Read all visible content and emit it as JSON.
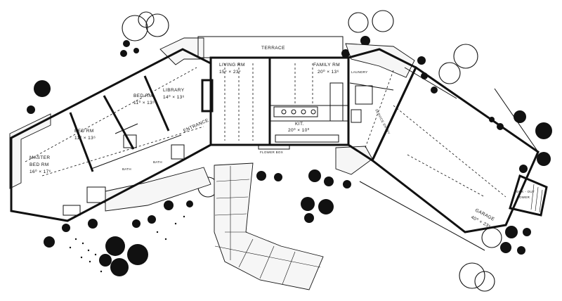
{
  "rooms": {
    "terrace": "TERRACE",
    "living": {
      "name": "LIVING RM",
      "size": "15⁴ × 23⁴"
    },
    "family": {
      "name": "FAMILY RM",
      "size": "20⁰ × 13⁶"
    },
    "kitchen": {
      "name": "KIT.",
      "size": "20⁰ × 10⁰"
    },
    "library": {
      "name": "LIBRARY",
      "size": "14⁰ × 13⁶"
    },
    "bed1": {
      "name": "BED RM",
      "size": "11⁰ × 13⁶"
    },
    "bed2": {
      "name": "BED RM",
      "size": "11⁰ × 13⁶"
    },
    "master": {
      "name1": "MASTER",
      "name2": "BED RM",
      "size": "16⁰ × 17⁶"
    },
    "garage": {
      "name": "GARAGE",
      "size": "40⁰ × 23⁶"
    },
    "entrance": "ENTRANCE",
    "bath1": "BATH",
    "bath2": "BATH",
    "laundry": "LAUNDRY",
    "service_entry": "SERVICE ENTRY",
    "lookout": {
      "line1": "LOOK - OUT",
      "line2": "TOWER"
    },
    "flower_box": "FLOWER BOX"
  }
}
